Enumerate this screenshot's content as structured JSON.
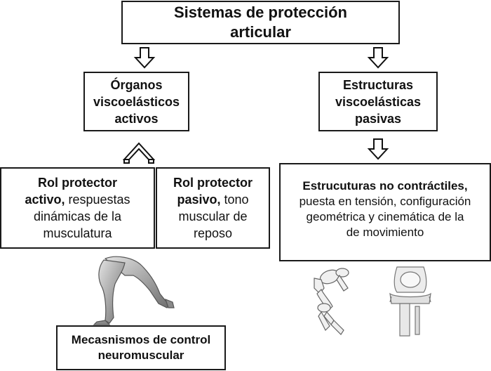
{
  "title": {
    "line1": "Sistemas de protección",
    "line2": "articular"
  },
  "left_group": {
    "line1": "Órganos",
    "line2": "viscoelásticos",
    "line3": "activos"
  },
  "right_group": {
    "line1": "Estructuras",
    "line2": "viscoelásticas",
    "line3": "pasivas"
  },
  "active_role": {
    "bold": "Rol protector",
    "bold2": "activo,",
    "text1": " respuestas",
    "text2": "dinámicas de la",
    "text3": "musculatura"
  },
  "passive_role": {
    "bold": "Rol protector",
    "bold2": "pasivo,",
    "text1": " tono",
    "text2": "muscular de",
    "text3": "reposo"
  },
  "non_contractile": {
    "bold": "Estrucuturas no contráctiles,",
    "text1": "puesta en tensión, configuración",
    "text2": "geométrica y cinemática de la",
    "text3": "de movimiento"
  },
  "neuromuscular": {
    "line1": "Mecasnismos de control",
    "line2": "neuromuscular"
  }
}
